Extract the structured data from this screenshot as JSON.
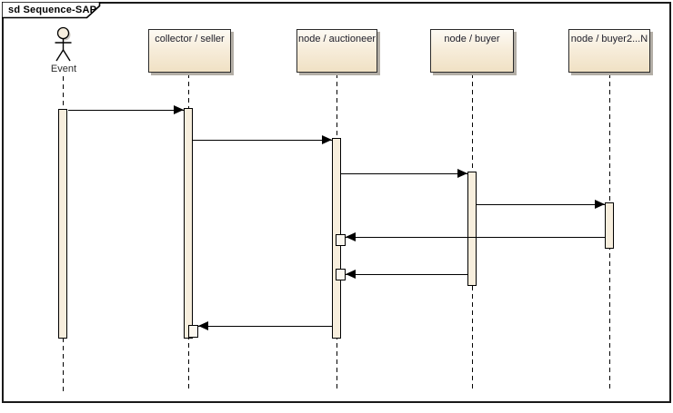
{
  "frame": {
    "title": "sd Sequence-SAP"
  },
  "diagram": {
    "kind": "uml-sequence-diagram",
    "lifelines": [
      {
        "label": "Event",
        "type": "actor"
      },
      {
        "label": "collector / seller",
        "type": "object"
      },
      {
        "label": "node / auctioneer",
        "type": "object"
      },
      {
        "label": "node / buyer",
        "type": "object"
      },
      {
        "label": "node / buyer2...N",
        "type": "object"
      }
    ],
    "messages": [
      {
        "seq": 1,
        "from": "Event",
        "to": "collector / seller",
        "direction": "right",
        "label": ""
      },
      {
        "seq": 2,
        "from": "collector / seller",
        "to": "node / auctioneer",
        "direction": "right",
        "label": ""
      },
      {
        "seq": 3,
        "from": "node / auctioneer",
        "to": "node / buyer",
        "direction": "right",
        "label": ""
      },
      {
        "seq": 4,
        "from": "node / buyer",
        "to": "node / buyer2...N",
        "direction": "right",
        "label": ""
      },
      {
        "seq": 5,
        "from": "node / buyer2...N",
        "to": "node / auctioneer",
        "direction": "left",
        "label": ""
      },
      {
        "seq": 6,
        "from": "node / buyer",
        "to": "node / auctioneer",
        "direction": "left",
        "label": ""
      },
      {
        "seq": 7,
        "from": "node / auctioneer",
        "to": "collector / seller",
        "direction": "left",
        "label": ""
      }
    ],
    "colors": {
      "background": "#ffffff",
      "frame_border": "#1a1a1a",
      "box_fill_top": "#fdfaf4",
      "box_fill_bottom": "#f0e1c4",
      "box_border": "#2b2b2b",
      "activation_fill": "#f7eedd",
      "nested_activation_fill": "#fbf7ef",
      "shadow": "#b3aea6",
      "line": "#000000"
    }
  }
}
